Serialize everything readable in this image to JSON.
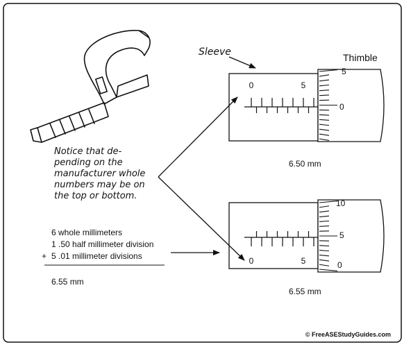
{
  "labels": {
    "sleeve": "Sleeve",
    "thimble": "Thimble",
    "top_reading": "6.50 mm",
    "bottom_reading": "6.55 mm",
    "copyright": "© FreeASEStudyGuides.com"
  },
  "note": {
    "lines": [
      "Notice that de-",
      "pending on the",
      "manufacturer whole",
      "numbers may be on",
      "the top or bottom."
    ]
  },
  "calculation": {
    "lines": [
      {
        "op": "",
        "text": "6 whole millimeters"
      },
      {
        "op": "",
        "text": "1 .50 half millimeter division"
      },
      {
        "op": "+",
        "text": "5 .01 millimeter divisions"
      }
    ],
    "total": "6.55 mm"
  },
  "micrometer_top": {
    "sleeve_labels": [
      "0",
      "5"
    ],
    "thimble_labels": [
      "5",
      "0"
    ]
  },
  "micrometer_bottom": {
    "sleeve_labels": [
      "0",
      "5"
    ],
    "thimble_labels": [
      "10",
      "5",
      "0"
    ]
  }
}
